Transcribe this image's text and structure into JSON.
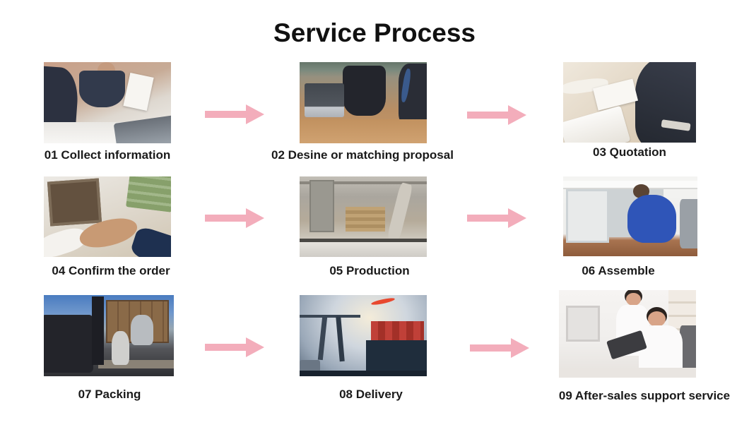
{
  "title": "Service Process",
  "colors": {
    "arrow": "#f3adbb",
    "title_text": "#111111",
    "caption_text": "#1a1a1a",
    "background": "#ffffff"
  },
  "steps": [
    {
      "label": "01 Collect information",
      "photo": "business-meeting-photo"
    },
    {
      "label": "02 Desine or matching proposal",
      "photo": "design-proposal-photo"
    },
    {
      "label": "03 Quotation",
      "photo": "quotation-review-photo"
    },
    {
      "label": "04 Confirm the order",
      "photo": "handshake-payment-photo"
    },
    {
      "label": "05 Production",
      "photo": "factory-production-photo"
    },
    {
      "label": "06 Assemble",
      "photo": "assembly-worker-photo"
    },
    {
      "label": "07 Packing",
      "photo": "forklift-packing-photo"
    },
    {
      "label": "08 Delivery",
      "photo": "container-port-photo"
    },
    {
      "label": "09 After-sales support service",
      "photo": "customer-support-photo"
    }
  ]
}
